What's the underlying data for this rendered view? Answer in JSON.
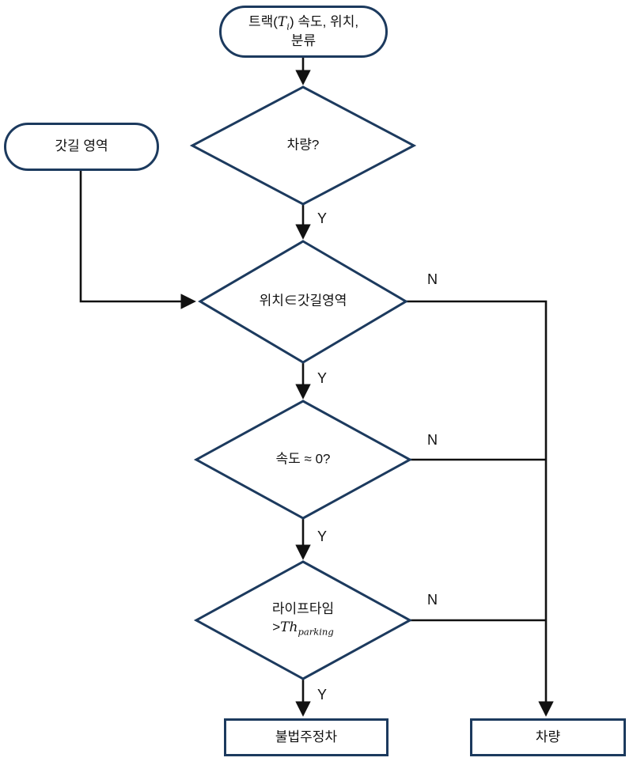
{
  "diagram_name": "illegal-parking-detection-flowchart",
  "colors": {
    "shape_border": "#1c3a5e",
    "connector": "#111111",
    "text": "#111111",
    "background": "#ffffff"
  },
  "nodes": {
    "track_input": {
      "l1a": "트랙(",
      "var": "T",
      "var_sub": "i",
      "l1b": ") 속도, 위치,",
      "line2": "분류"
    },
    "shoulder_area": {
      "label": "갓길 영역"
    },
    "is_vehicle": {
      "label": "차량?"
    },
    "in_shoulder": {
      "label": "위치∈갓길영역"
    },
    "speed_zero": {
      "label": "속도 ≈ 0?"
    },
    "lifetime": {
      "line1": "라이프타임",
      "gt": ">",
      "var": "Th",
      "var_sub": "parking"
    },
    "illegal_parking": {
      "label": "불법주정차"
    },
    "vehicle_out": {
      "label": "차량"
    }
  },
  "edges": {
    "y1": "Y",
    "y2": "Y",
    "y3": "Y",
    "y4": "Y",
    "n1": "N",
    "n2": "N",
    "n3": "N"
  }
}
